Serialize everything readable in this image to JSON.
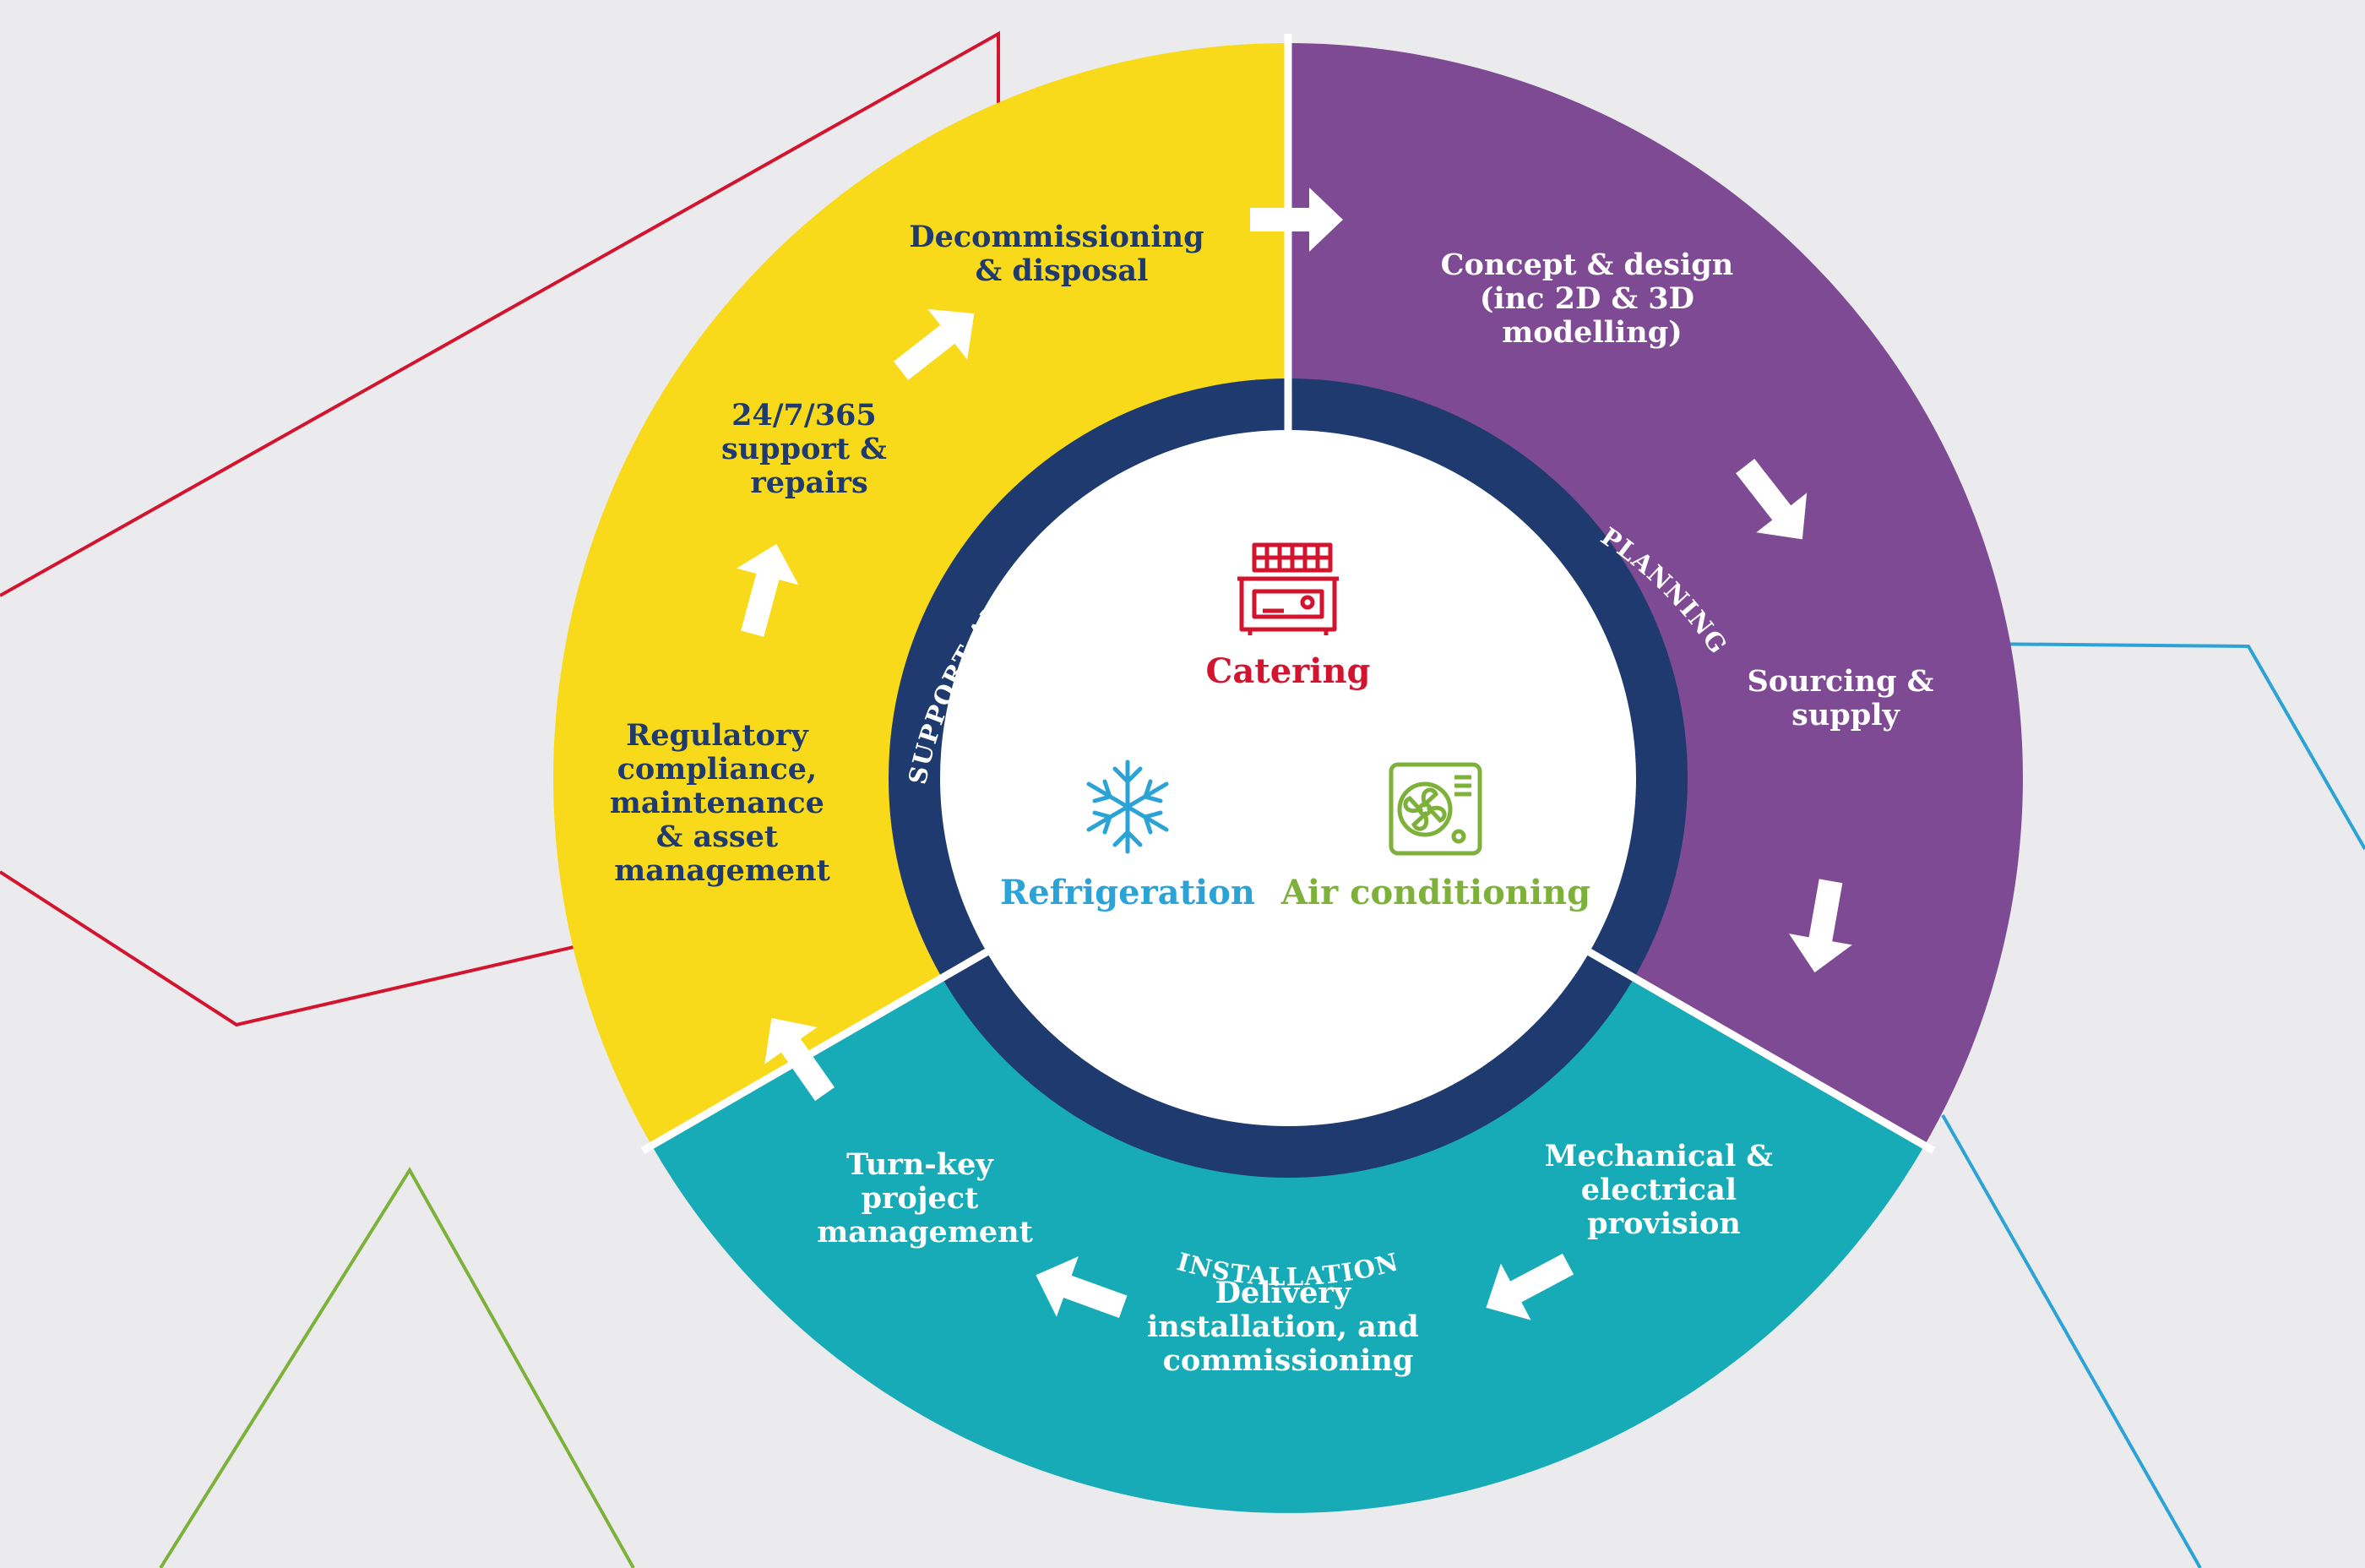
{
  "colors": {
    "background": "#ebebed",
    "planning": "#7e4a93",
    "installation": "#16abb7",
    "support": "#f8da1a",
    "navy_ring": "#1e3a6e",
    "catering": "#d2142e",
    "refrigeration": "#2ba3d6",
    "air_conditioning": "#7db13a"
  },
  "ring_labels": {
    "planning": "PLANNING",
    "installation": "INSTALLATION",
    "support": "SUPPORT AND COMPLIANCE"
  },
  "center": {
    "catering": {
      "label": "Catering",
      "icon": "fryer-icon"
    },
    "refrigeration": {
      "label": "Refrigeration",
      "icon": "snowflake-icon"
    },
    "air_conditioning": {
      "label": "Air conditioning",
      "icon": "air-conditioner-icon"
    }
  },
  "steps": {
    "concept_design": [
      "Concept & design",
      "(inc 2D & 3D",
      "modelling)"
    ],
    "sourcing_supply": [
      "Sourcing &",
      "supply"
    ],
    "mechanical_electrical": [
      "Mechanical &",
      "electrical",
      "provision"
    ],
    "delivery_installation": [
      "Delivery",
      "installation, and",
      "commissioning"
    ],
    "turnkey_pm": [
      "Turn-key",
      "project",
      "management"
    ],
    "regulatory": [
      "Regulatory",
      "compliance,",
      "maintenance",
      "& asset",
      "management"
    ],
    "support_repairs": [
      "24/7/365",
      "support &",
      "repairs"
    ],
    "decommissioning": [
      "Decommissioning",
      "& disposal"
    ]
  }
}
